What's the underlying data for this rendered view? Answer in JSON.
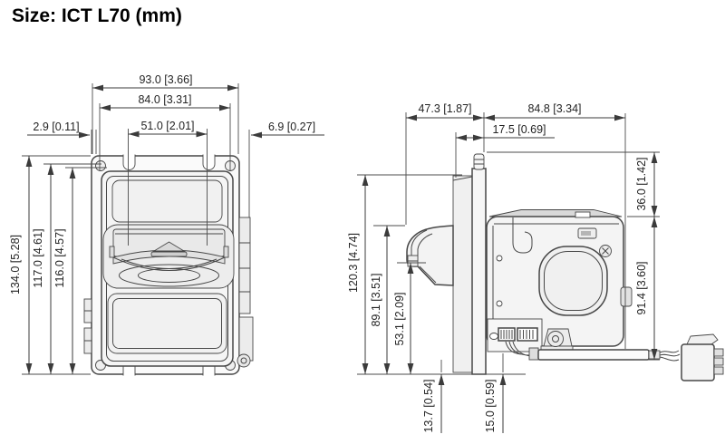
{
  "title": "Size: ICT L70 (mm)",
  "front": {
    "dims": {
      "w93": "93.0 [3.66]",
      "w84": "84.0 [3.31]",
      "w51": "51.0 [2.01]",
      "off_left": "2.9 [0.11]",
      "off_right": "6.9 [0.27]",
      "h134": "134.0 [5.28]",
      "h117": "117.0 [4.61]",
      "h116": "116.0 [4.57]"
    }
  },
  "side": {
    "dims": {
      "d47": "47.3 [1.87]",
      "d84": "84.8 [3.34]",
      "d17": "17.5 [0.69]",
      "h36": "36.0 [1.42]",
      "h91": "91.4 [3.60]",
      "h120": "120.3 [4.74]",
      "h89": "89.1 [3.51]",
      "h53": "53.1 [2.09]",
      "h13": "13.7 [0.54]",
      "h15": "15.0 [0.59]"
    }
  },
  "colors": {
    "line": "#3b3b3b",
    "outline": "#474747",
    "background": "#ffffff"
  }
}
